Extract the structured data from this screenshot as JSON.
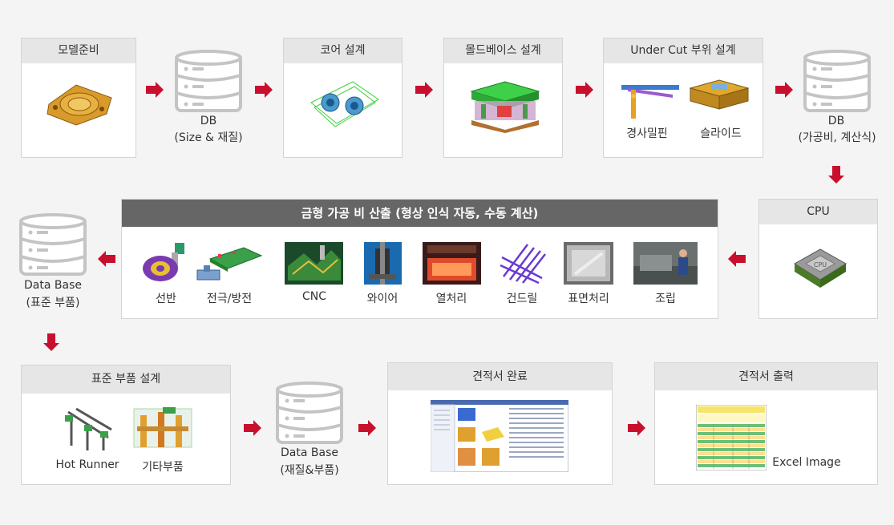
{
  "row1": {
    "mold_prep": "모델준비",
    "db1_label": "DB",
    "db1_sub": "(Size & 재질)",
    "core_design": "코어 설계",
    "moldbase_design": "몰드베이스 설계",
    "undercut_design": "Under Cut 부위 설계",
    "undercut_items": [
      "경사밀핀",
      "슬라이드"
    ],
    "db2_label": "DB",
    "db2_sub": "(가공비, 계산식)"
  },
  "row2": {
    "cost_title": "금형 가공 비 산출 (형상 인식 자동, 수동 계산)",
    "processes": [
      "선반",
      "전극/방전",
      "CNC",
      "와이어",
      "열처리",
      "건드릴",
      "표면처리",
      "조립"
    ],
    "cpu_title": "CPU",
    "cpu_chip_text": "CPU",
    "db3_label": "Data Base",
    "db3_sub": "(표준 부품)"
  },
  "row3": {
    "std_parts_design": "표준 부품 설계",
    "std_parts_items": [
      "Hot Runner",
      "기타부품"
    ],
    "db4_label": "Data Base",
    "db4_sub": "(재질&부품)",
    "estimate_done": "견적서 완료",
    "estimate_print": "견적서 출력",
    "excel_label": "Excel Image"
  },
  "colors": {
    "arrow": "#c8102e",
    "db_stroke": "#c4c4c4",
    "header_dark": "#666666"
  }
}
